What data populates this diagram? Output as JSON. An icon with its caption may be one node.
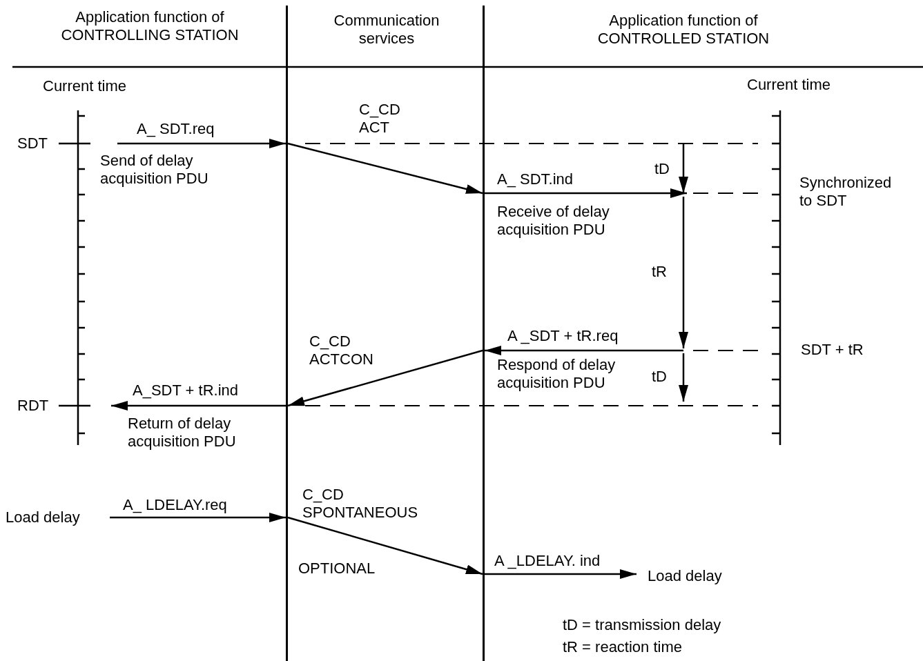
{
  "diagram": {
    "nodes": [
      {
        "text": [],
        "shape": "ruler",
        "beside": [
          "SDT",
          "RDT"
        ]
      },
      {
        "text": [],
        "shape": "bar"
      },
      {
        "text": [],
        "shape": "bar"
      },
      {
        "text": [],
        "shape": "ruler",
        "beside": [
          "Synchronized to SDT",
          "SDT + tR"
        ]
      },
      {
        "text": [
          "Load delay"
        ]
      },
      {
        "text": [
          "Load delay"
        ]
      }
    ],
    "edges": [
      {
        "from": null,
        "to": 1,
        "arrow": "to",
        "label": "A_ SDT.req"
      },
      {
        "from": 1,
        "to": 2,
        "arrow": "to"
      },
      {
        "from": 2,
        "to": null,
        "arrow": "to",
        "label": "A_ SDT.ind"
      },
      {
        "from": null,
        "to": 2,
        "arrow": "to",
        "label": "A _SDT + tR.req"
      },
      {
        "from": 2,
        "to": 1,
        "arrow": "to"
      },
      {
        "from": 1,
        "to": 0,
        "arrow": "to",
        "label": "A_SDT + tR.ind"
      },
      {
        "from": 4,
        "to": 1,
        "arrow": "to",
        "label": "A_ LDELAY.req"
      },
      {
        "from": 1,
        "to": 2,
        "arrow": "to"
      },
      {
        "from": 2,
        "to": 5,
        "arrow": "to",
        "label": "A _LDELAY. ind"
      }
    ],
    "labels": [
      "Application function of CONTROLLING STATION",
      "Communication services",
      "Application function of CONTROLLED STATION",
      "Current time",
      "Current time",
      "Send of delay acquisition PDU",
      "C_CD ACT",
      "Receive of delay acquisition PDU",
      "tD",
      "tR",
      "C_CD ACTCON",
      "Respond of delay acquisition PDU",
      "tD",
      "Return of delay acquisition PDU",
      "C_CD SPONTANEOUS",
      "OPTIONAL",
      "tD = transmission delay",
      "tR = reaction time"
    ]
  }
}
